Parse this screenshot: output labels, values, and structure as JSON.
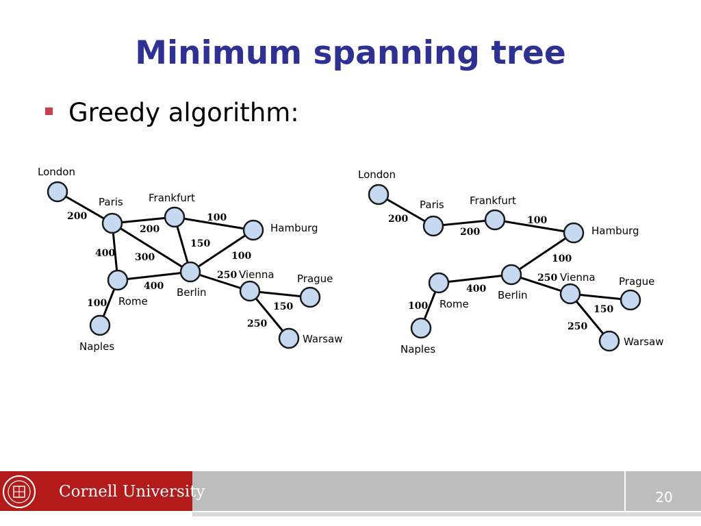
{
  "slide": {
    "title": "Minimum spanning tree",
    "bullet": "Greedy algorithm:",
    "page_number": "20"
  },
  "footer": {
    "institution": "Cornell University",
    "seal_text": "CORNELL UNIVERSITY FOUNDED A.D. 1865"
  },
  "colors": {
    "title": "#2e3192",
    "bullet": "#c8404a",
    "node_fill": "#c5d9f1",
    "footer_red": "#b31b1b",
    "footer_gray": "#bdbdbd"
  },
  "graphs": [
    {
      "name": "full-graph",
      "nodes": [
        "London",
        "Paris",
        "Frankfurt",
        "Hamburg",
        "Berlin",
        "Rome",
        "Naples",
        "Vienna",
        "Prague",
        "Warsaw"
      ],
      "edges": [
        {
          "from": "London",
          "to": "Paris",
          "weight": "200"
        },
        {
          "from": "Paris",
          "to": "Frankfurt",
          "weight": "200"
        },
        {
          "from": "Frankfurt",
          "to": "Hamburg",
          "weight": "100"
        },
        {
          "from": "Paris",
          "to": "Rome",
          "weight": "400"
        },
        {
          "from": "Paris",
          "to": "Berlin",
          "weight": "300"
        },
        {
          "from": "Frankfurt",
          "to": "Berlin",
          "weight": "150"
        },
        {
          "from": "Hamburg",
          "to": "Berlin",
          "weight": "100"
        },
        {
          "from": "Rome",
          "to": "Berlin",
          "weight": "400"
        },
        {
          "from": "Rome",
          "to": "Naples",
          "weight": "100"
        },
        {
          "from": "Berlin",
          "to": "Vienna",
          "weight": "250"
        },
        {
          "from": "Vienna",
          "to": "Prague",
          "weight": "150"
        },
        {
          "from": "Vienna",
          "to": "Warsaw",
          "weight": "250"
        }
      ]
    },
    {
      "name": "spanning-tree",
      "nodes": [
        "London",
        "Paris",
        "Frankfurt",
        "Hamburg",
        "Berlin",
        "Rome",
        "Naples",
        "Vienna",
        "Prague",
        "Warsaw"
      ],
      "edges": [
        {
          "from": "London",
          "to": "Paris",
          "weight": "200"
        },
        {
          "from": "Paris",
          "to": "Frankfurt",
          "weight": "200"
        },
        {
          "from": "Frankfurt",
          "to": "Hamburg",
          "weight": "100"
        },
        {
          "from": "Hamburg",
          "to": "Berlin",
          "weight": "100"
        },
        {
          "from": "Rome",
          "to": "Berlin",
          "weight": "400"
        },
        {
          "from": "Rome",
          "to": "Naples",
          "weight": "100"
        },
        {
          "from": "Berlin",
          "to": "Vienna",
          "weight": "250"
        },
        {
          "from": "Vienna",
          "to": "Prague",
          "weight": "150"
        },
        {
          "from": "Vienna",
          "to": "Warsaw",
          "weight": "250"
        }
      ]
    }
  ]
}
